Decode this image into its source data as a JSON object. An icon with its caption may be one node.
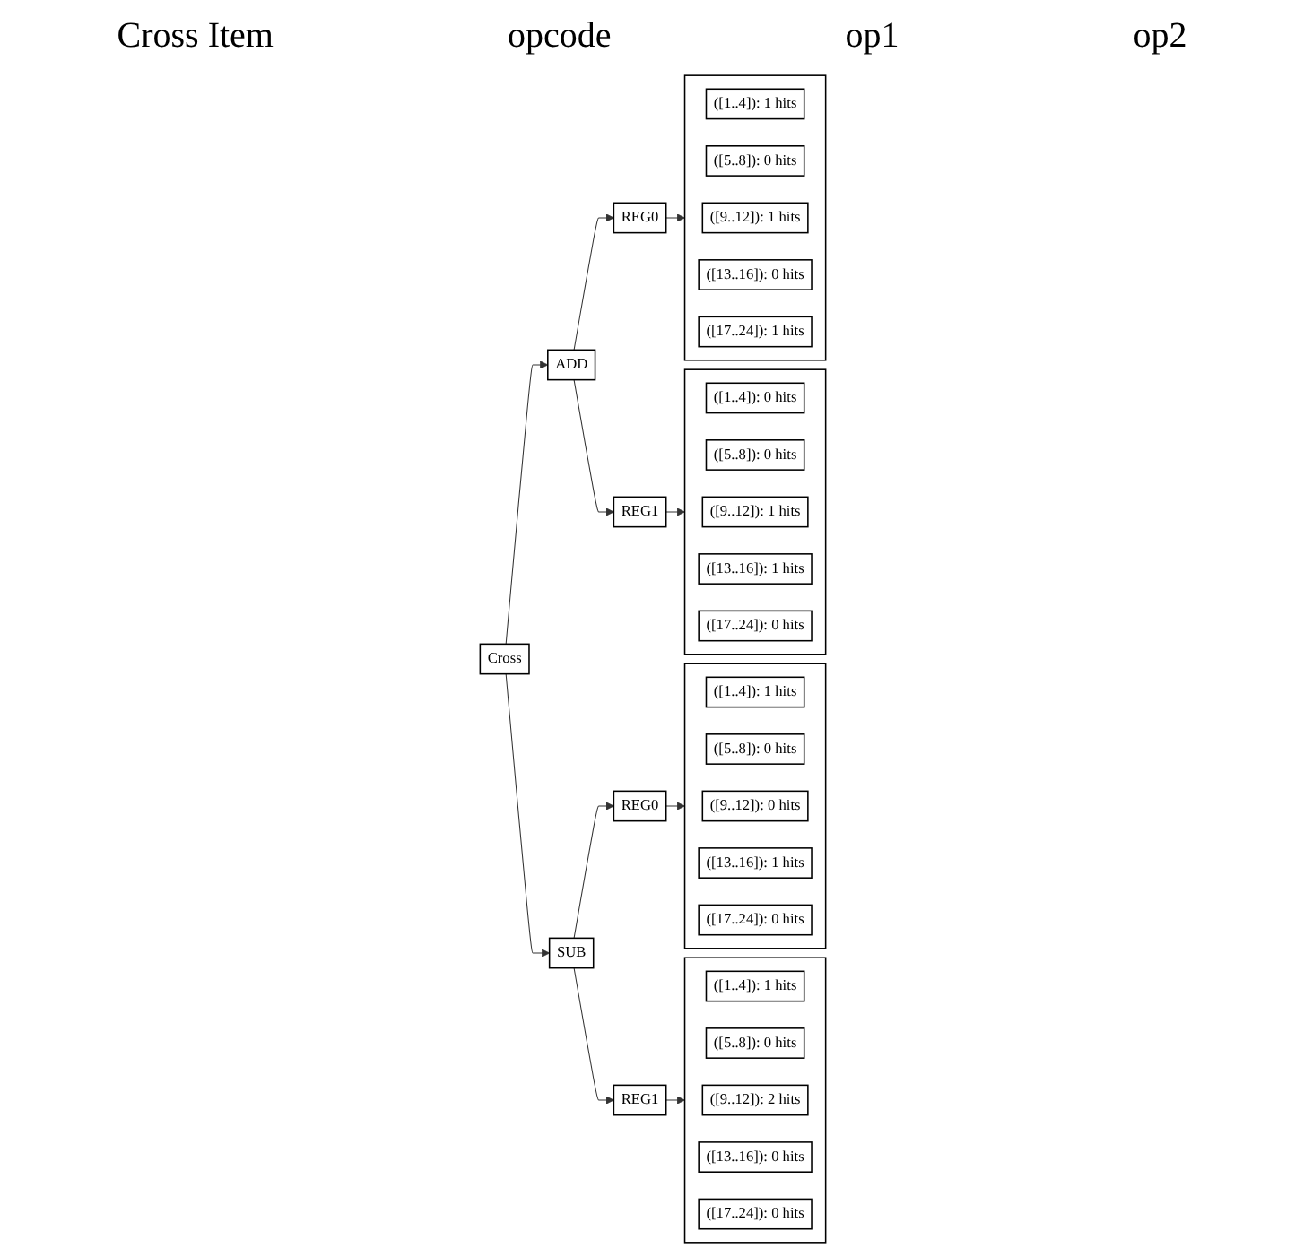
{
  "diagram": {
    "nodes": [
      {
        "text": [
          "Cross"
        ]
      },
      {
        "text": [
          "ADD"
        ]
      },
      {
        "text": [
          "SUB"
        ]
      },
      {
        "text": [
          "REG0"
        ]
      },
      {
        "text": [
          "REG1"
        ]
      },
      {
        "text": [
          "REG0"
        ]
      },
      {
        "text": [
          "REG1"
        ]
      },
      {
        "text": [],
        "shape": "box"
      },
      {
        "text": [
          "([1..4]): 1 hits"
        ],
        "in": 7
      },
      {
        "text": [
          "([5..8]): 0 hits"
        ],
        "in": 7
      },
      {
        "text": [
          "([9..12]): 1 hits"
        ],
        "in": 7
      },
      {
        "text": [
          "([13..16]): 0 hits"
        ],
        "in": 7
      },
      {
        "text": [
          "([17..24]): 1 hits"
        ],
        "in": 7
      },
      {
        "text": [],
        "shape": "box"
      },
      {
        "text": [
          "([1..4]): 0 hits"
        ],
        "in": 13
      },
      {
        "text": [
          "([5..8]): 0 hits"
        ],
        "in": 13
      },
      {
        "text": [
          "([9..12]): 1 hits"
        ],
        "in": 13
      },
      {
        "text": [
          "([13..16]): 1 hits"
        ],
        "in": 13
      },
      {
        "text": [
          "([17..24]): 0 hits"
        ],
        "in": 13
      },
      {
        "text": [],
        "shape": "box"
      },
      {
        "text": [
          "([1..4]): 1 hits"
        ],
        "in": 19
      },
      {
        "text": [
          "([5..8]): 0 hits"
        ],
        "in": 19
      },
      {
        "text": [
          "([9..12]): 0 hits"
        ],
        "in": 19
      },
      {
        "text": [
          "([13..16]): 1 hits"
        ],
        "in": 19
      },
      {
        "text": [
          "([17..24]): 0 hits"
        ],
        "in": 19
      },
      {
        "text": [],
        "shape": "box"
      },
      {
        "text": [
          "([1..4]): 1 hits"
        ],
        "in": 25
      },
      {
        "text": [
          "([5..8]): 0 hits"
        ],
        "in": 25
      },
      {
        "text": [
          "([9..12]): 2 hits"
        ],
        "in": 25
      },
      {
        "text": [
          "([13..16]): 0 hits"
        ],
        "in": 25
      },
      {
        "text": [
          "([17..24]): 0 hits"
        ],
        "in": 25
      }
    ],
    "edges": [
      {
        "from": 0,
        "to": 1,
        "arrow": "to"
      },
      {
        "from": 0,
        "to": 2,
        "arrow": "to"
      },
      {
        "from": 1,
        "to": 3,
        "arrow": "to"
      },
      {
        "from": 1,
        "to": 4,
        "arrow": "to"
      },
      {
        "from": 2,
        "to": 5,
        "arrow": "to"
      },
      {
        "from": 2,
        "to": 6,
        "arrow": "to"
      },
      {
        "from": 3,
        "to": 7,
        "arrow": "to"
      },
      {
        "from": 4,
        "to": 13,
        "arrow": "to"
      },
      {
        "from": 5,
        "to": 19,
        "arrow": "to"
      },
      {
        "from": 6,
        "to": 25,
        "arrow": "to"
      }
    ],
    "labels": [
      "Cross Item",
      "opcode",
      "op1",
      "op2"
    ]
  }
}
